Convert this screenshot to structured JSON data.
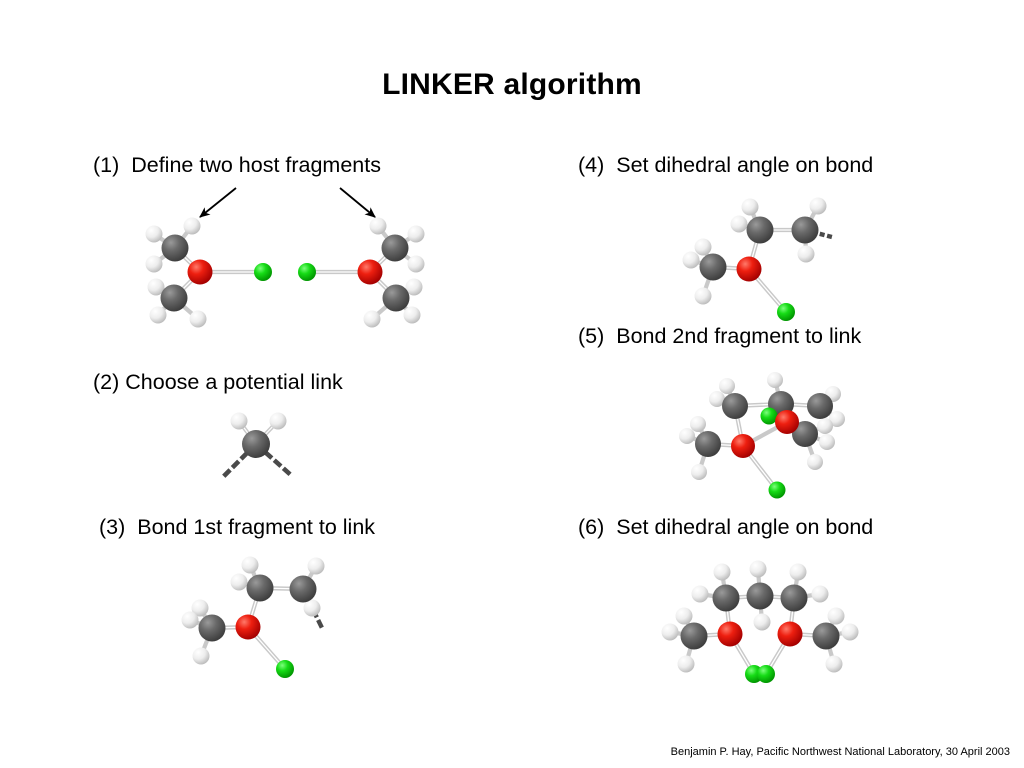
{
  "slide": {
    "title": "LINKER algorithm",
    "footer": "Benjamin P. Hay, Pacific Northwest National Laboratory, 30 April 2003"
  },
  "steps": [
    {
      "id": "step-1",
      "label": "(1)  Define two host fragments"
    },
    {
      "id": "step-2",
      "label": "(2) Choose a potential link"
    },
    {
      "id": "step-3",
      "label": "(3)  Bond 1st fragment to link"
    },
    {
      "id": "step-4",
      "label": "(4)  Set dihedral angle on bond"
    },
    {
      "id": "step-5",
      "label": "(5)  Bond 2nd fragment to link"
    },
    {
      "id": "step-6",
      "label": "(6)  Set dihedral angle on bond"
    }
  ],
  "atom_colors": {
    "oxygen": "#e00d0d",
    "carbon": "#5a5a5a",
    "hydrogen": "#f2f2f2",
    "dummy": "#14d814",
    "bond": "#c9c9c9",
    "open_bond": "#4a4a4a",
    "arrow": "#000000"
  },
  "figures": {
    "fig1": {
      "name": "two-host-fragments",
      "description": "Two mirror-image dimethyl ether host fragments, each with a green dummy atom on the oxygen, with black arrows pointing at a hydrogen of each fragment"
    },
    "fig2": {
      "name": "potential-link-ch2",
      "description": "A single methylene link fragment: one carbon with two hydrogens and two open hatched bonds"
    },
    "fig3": {
      "name": "first-fragment-bonded",
      "description": "First host fragment bonded to the methylene link, one green dummy atom remaining, open hatched bond on the terminal carbon"
    },
    "fig4": {
      "name": "dihedral-set-on-bond",
      "description": "Same assembly as step 3 after rotating the dihedral angle of the new bond"
    },
    "fig5": {
      "name": "second-fragment-bonded",
      "description": "Second host fragment bonded to the link producing a crowded intermediate with two oxygens and two green dummy atoms"
    },
    "fig6": {
      "name": "final-dihedral-set",
      "description": "Final symmetric U-shaped macrocyclic fragment with two oxygens and two green dummy atoms converging at the bottom"
    }
  }
}
